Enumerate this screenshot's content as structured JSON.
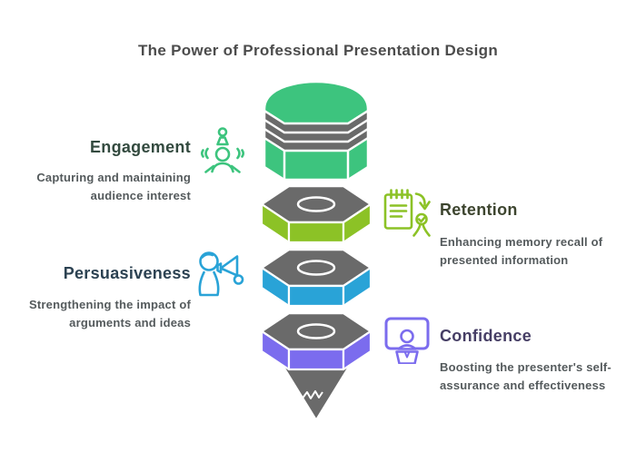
{
  "title": "The Power of Professional Presentation Design",
  "title_color": "#4c4c4c",
  "background_color": "#ffffff",
  "funnel": {
    "structure_color": "#6a6a6a",
    "outline_color": "#ffffff",
    "segment_order_top_to_bottom": [
      "Engagement",
      "Retention",
      "Persuasiveness",
      "Confidence"
    ]
  },
  "description_color": "#545a5c",
  "items": [
    {
      "label": "Engagement",
      "description": "Capturing and maintaining audience interest",
      "accent_color": "#3dc47e",
      "heading_color": "#334a3f",
      "icon": "audience-attraction-icon",
      "side": "left"
    },
    {
      "label": "Retention",
      "description": "Enhancing memory recall of presented information",
      "accent_color": "#8cc226",
      "heading_color": "#3d452f",
      "icon": "notes-to-memory-icon",
      "side": "right"
    },
    {
      "label": "Persuasiveness",
      "description": "Strengthening the impact of arguments and ideas",
      "accent_color": "#29a3d7",
      "heading_color": "#2c4252",
      "icon": "speaker-megaphone-icon",
      "side": "left"
    },
    {
      "label": "Confidence",
      "description": "Boosting the presenter's self-assurance and effectiveness",
      "accent_color": "#7b6cee",
      "heading_color": "#463e65",
      "icon": "presenter-at-podium-icon",
      "side": "right"
    }
  ]
}
